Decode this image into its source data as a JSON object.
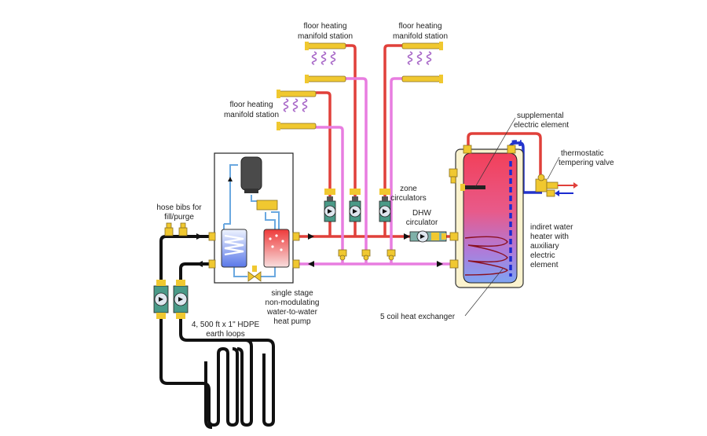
{
  "labels": {
    "manifold_left": [
      "floor heating",
      "manifold station"
    ],
    "manifold_mid": [
      "floor heating",
      "manifold station"
    ],
    "manifold_right": [
      "floor heating",
      "manifold station"
    ],
    "supplemental": [
      "supplemental",
      "electric element"
    ],
    "tempering": [
      "thermostatic",
      "tempering valve"
    ],
    "hose_bibs": [
      "hose bibs for",
      "fill/purge"
    ],
    "zone_circulators": [
      "zone",
      "circulators"
    ],
    "dhw_circulator": [
      "DHW",
      "circulator"
    ],
    "water_heater": [
      "indiret water",
      "heater with",
      "auxiliary",
      "electric",
      "element"
    ],
    "heat_pump": [
      "single stage",
      "non-modulating",
      "water-to-water",
      "heat pump"
    ],
    "coil": [
      "5 coil heat exchanger"
    ],
    "earth_loops": [
      "4, 500 ft x 1\" HDPE",
      "earth loops"
    ]
  },
  "colors": {
    "supply": "#e0403a",
    "return": "#e87de0",
    "loop": "#111111",
    "refrigerant": "#6aa8e0",
    "brass": "#f0c830",
    "tank_wall": "#fbf3cf",
    "tank_hot": "#f2506a",
    "tank_cold": "#7fa0ee",
    "pump_body": "#4a9a88"
  },
  "icons": [
    "manifold-icon",
    "circulator-pump-icon",
    "expansion-tank-icon",
    "mixing-valve-icon",
    "hose-bib-icon",
    "heat-exchanger-icon"
  ]
}
